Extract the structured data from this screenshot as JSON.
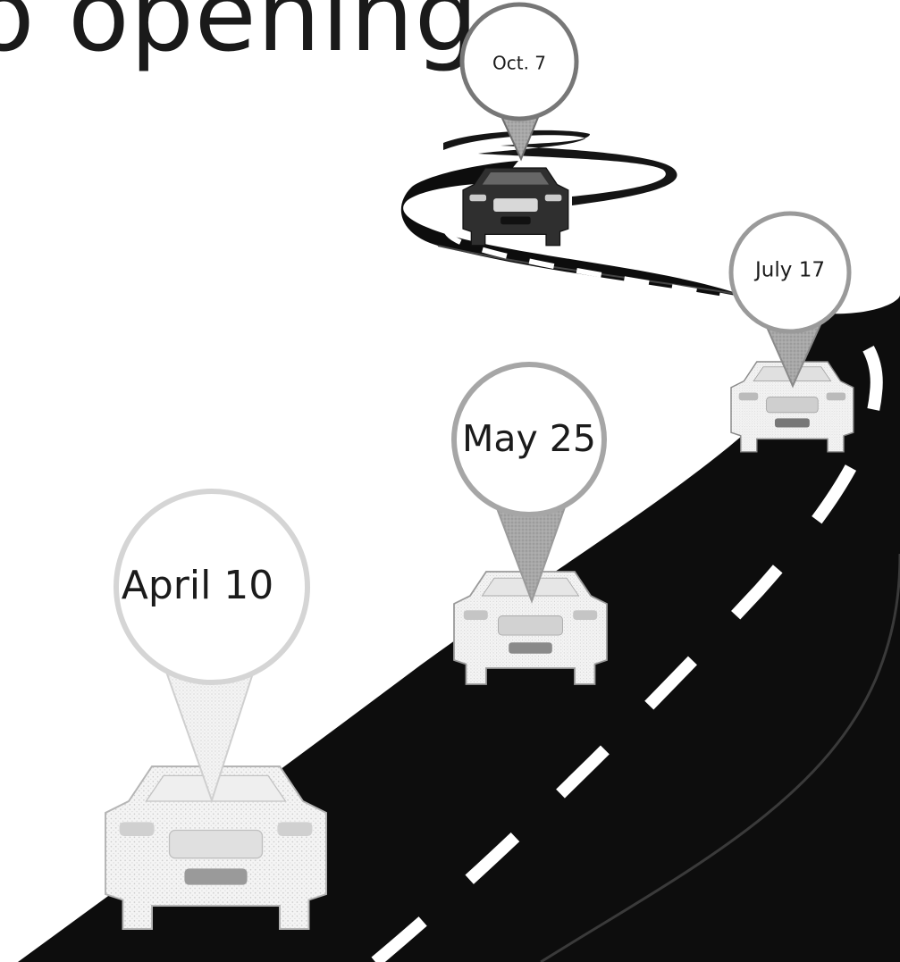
{
  "headline": "o opening",
  "colors": {
    "road": "#0d0d0d",
    "road_edge": "#3a3a3a",
    "lane_dash": "#ffffff",
    "pin_stroke": "#9a9a9a",
    "car_body": "#ececec",
    "car_dark": "#3b3b3b"
  },
  "milestones": [
    {
      "label": "Oct. 7",
      "icon": "map-pin-icon",
      "car": "car-icon"
    },
    {
      "label": "July 17",
      "icon": "map-pin-icon",
      "car": "car-icon"
    },
    {
      "label": "May 25",
      "icon": "map-pin-icon",
      "car": "car-icon"
    },
    {
      "label": "April 10",
      "icon": "map-pin-icon",
      "car": "car-icon"
    }
  ]
}
